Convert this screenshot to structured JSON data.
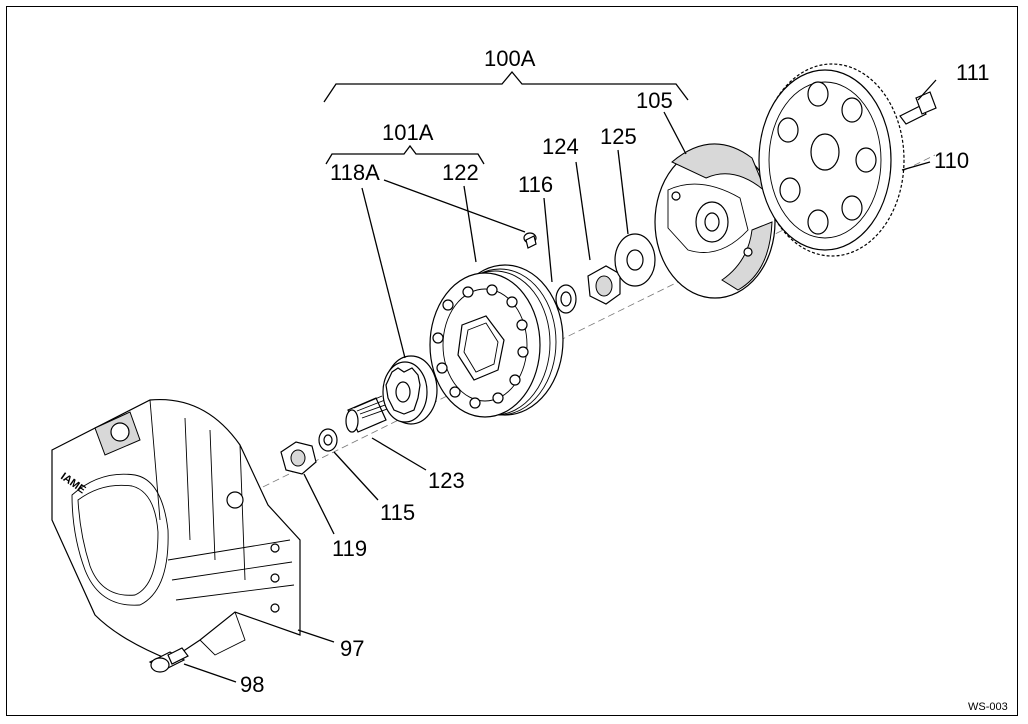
{
  "callouts": {
    "c100A": "100A",
    "c101A": "101A",
    "c118A": "118A",
    "c122": "122",
    "c116": "116",
    "c124": "124",
    "c125": "125",
    "c105": "105",
    "c111": "111",
    "c110": "110",
    "c123": "123",
    "c115": "115",
    "c119": "119",
    "c97": "97",
    "c98": "98"
  },
  "drawing_ref": "WS-003",
  "logo_text": "IAME"
}
